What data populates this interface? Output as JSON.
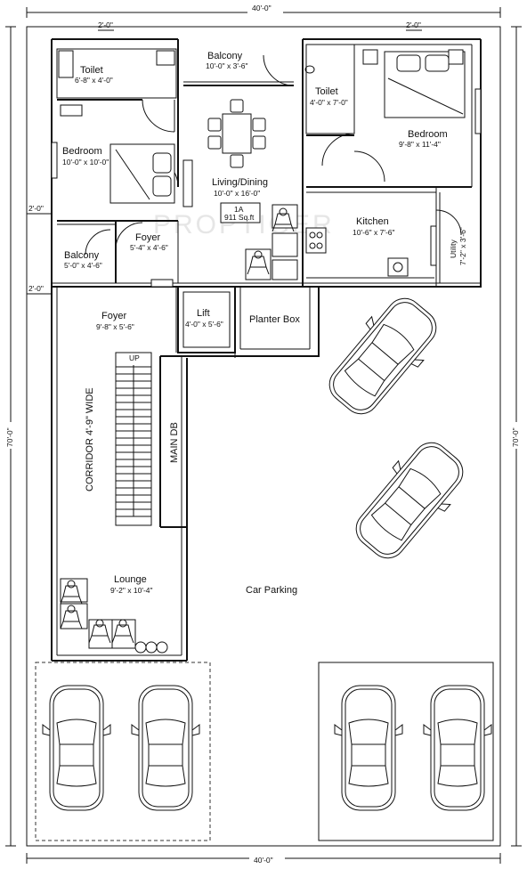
{
  "plan": {
    "overall_width": "40'-0\"",
    "overall_depth": "70'-0\"",
    "offset_2ft": "2'-0\"",
    "watermark": "PROPTIGER",
    "unit": {
      "name": "1A",
      "area": "911 Sq.ft"
    },
    "corridor_label": "CORRIDOR 4'-9\" WIDE",
    "main_db_label": "MAIN DB",
    "stair_label": "UP",
    "rooms": [
      {
        "key": "balcony_top",
        "name": "Balcony",
        "size": "10'-0\" x 3'-6\""
      },
      {
        "key": "toilet_left",
        "name": "Toilet",
        "size": "6'-8\" x 4'-0\""
      },
      {
        "key": "toilet_right",
        "name": "Toilet",
        "size": "4'-0\" x 7'-0\""
      },
      {
        "key": "bedroom_right",
        "name": "Bedroom",
        "size": "9'-8\" x 11'-4\""
      },
      {
        "key": "bedroom_left",
        "name": "Bedroom",
        "size": "10'-0\" x 10'-0\""
      },
      {
        "key": "living",
        "name": "Living/Dining",
        "size": "10'-0\" x 16'-0\""
      },
      {
        "key": "kitchen",
        "name": "Kitchen",
        "size": "10'-6\" x 7'-6\""
      },
      {
        "key": "utility",
        "name": "Utility",
        "size": "7'-2\" x 3'-6\""
      },
      {
        "key": "balcony_left",
        "name": "Balcony",
        "size": "5'-0\" x 4'-6\""
      },
      {
        "key": "foyer_top",
        "name": "Foyer",
        "size": "5'-4\" x 4'-6\""
      },
      {
        "key": "foyer_ground",
        "name": "Foyer",
        "size": "9'-8\" x 5'-6\""
      },
      {
        "key": "lift",
        "name": "Lift",
        "size": "4'-0\" x 5'-6\""
      },
      {
        "key": "planter",
        "name": "Planter Box",
        "size": ""
      },
      {
        "key": "lounge",
        "name": "Lounge",
        "size": "9'-2\" x 10'-4\""
      },
      {
        "key": "parking",
        "name": "Car Parking",
        "size": ""
      }
    ]
  }
}
